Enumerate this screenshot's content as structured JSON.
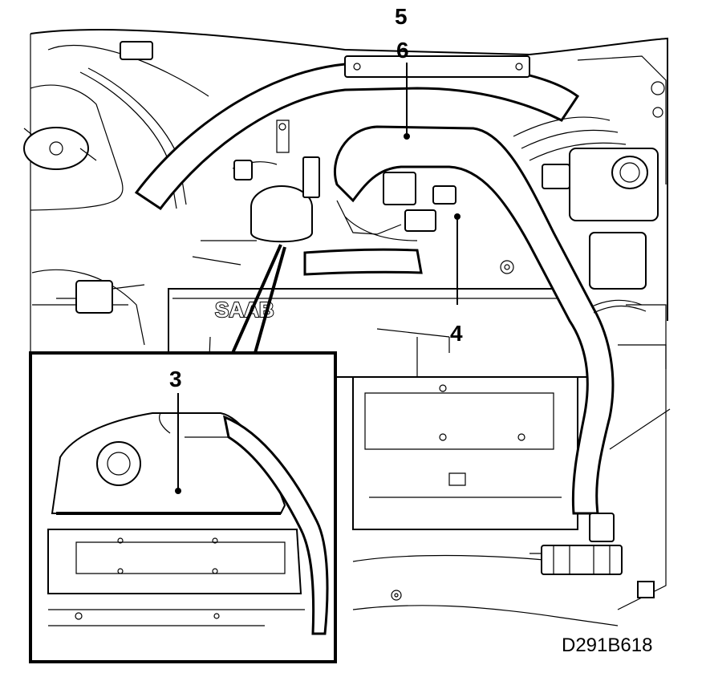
{
  "callouts": {
    "c5": "5",
    "c6": "6",
    "c4": "4",
    "c3": "3"
  },
  "engine_badge": "SAAB",
  "figure_id": "D291B618"
}
